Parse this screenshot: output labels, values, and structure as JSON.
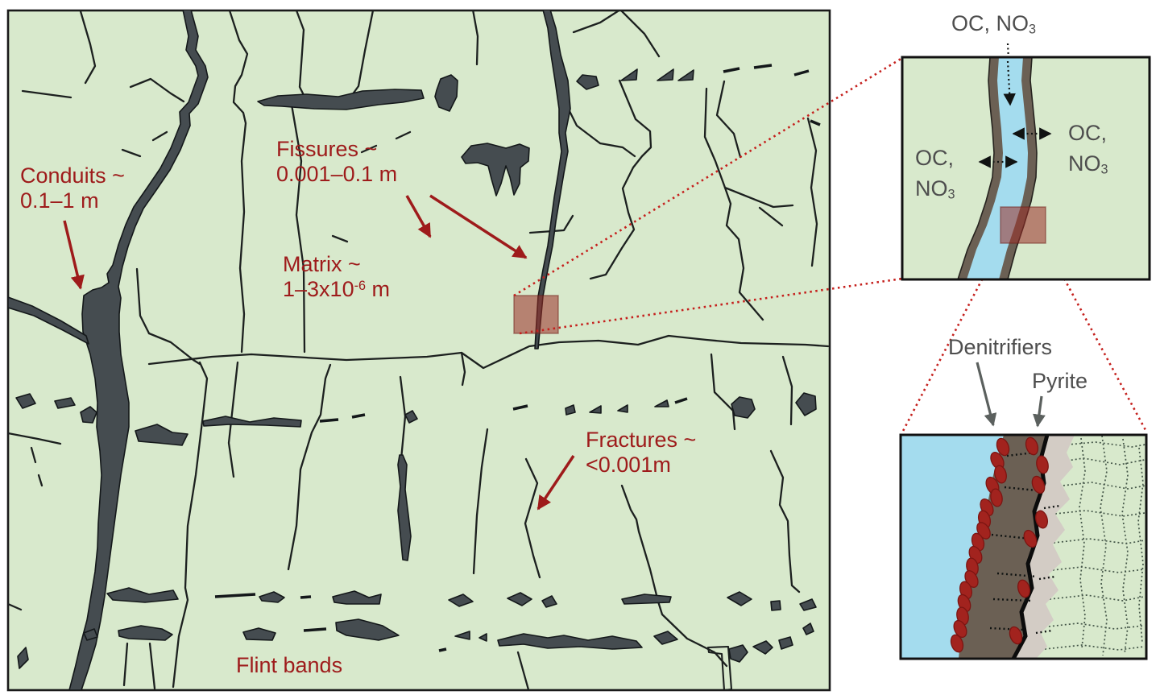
{
  "main": {
    "conduits_l1": "Conduits ~",
    "conduits_l2": "0.1–1 m",
    "fissures_l1": "Fissures ~",
    "fissures_l2": "0.001–0.1 m",
    "matrix_l1": "Matrix ~",
    "matrix_base": "1–3x10",
    "matrix_exp": "-6",
    "matrix_unit": " m",
    "fractures_l1": "Fractures ~",
    "fractures_l2": "<0.001m",
    "flint": "Flint bands"
  },
  "inset_top": {
    "above_base": "OC, NO",
    "above_sub": "3",
    "left_l1": "OC,",
    "left_l2_base": "NO",
    "left_l2_sub": "3",
    "right_l1": "OC,",
    "right_l2_base": "NO",
    "right_l2_sub": "3"
  },
  "inset_bottom": {
    "denitrifiers": "Denitrifiers",
    "pyrite": "Pyrite"
  },
  "colors": {
    "matrix_green": "#d8e9cc",
    "crack_black": "#1c201f",
    "conduit_dark": "#454c50",
    "annotation_red": "#9e1b1b",
    "zoom_dotted_red": "#c5201d",
    "highlight_square_red": "rgba(155,45,38,0.55)",
    "water_blue": "#a4dcee",
    "biofilm_brown": "#6b6054",
    "weathered_tan": "#d3ccc5",
    "denitrifier_cell_red": "#a2231e",
    "label_gray": "#4e4e4e"
  }
}
